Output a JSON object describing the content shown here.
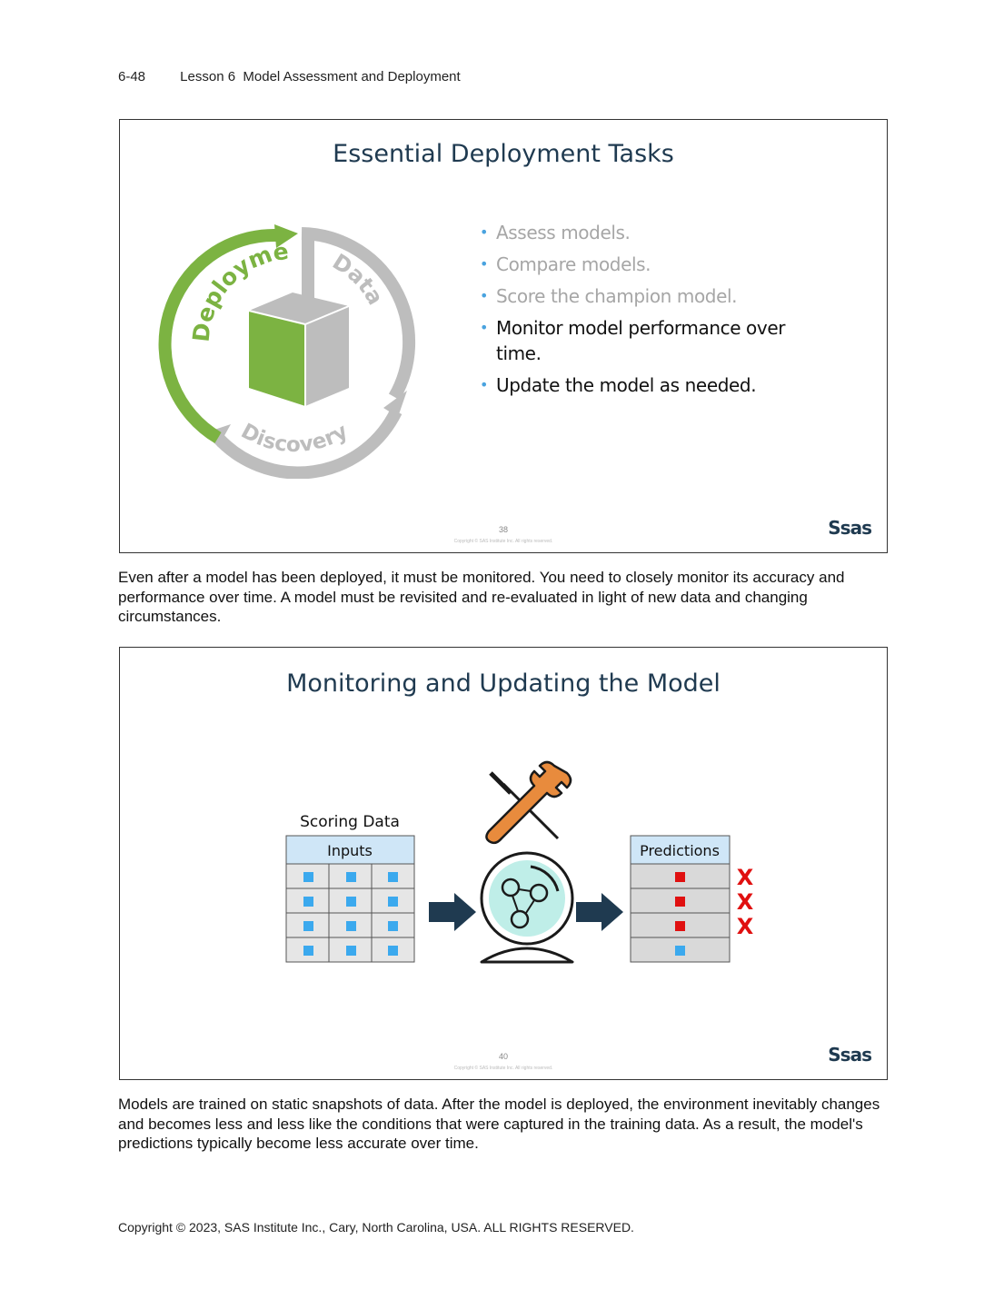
{
  "header": {
    "page_number": "6-48",
    "title": "Lesson 6  Model Assessment and Deployment"
  },
  "slide1": {
    "title": "Essential Deployment Tasks",
    "cycle_labels": {
      "deployment": "Deployment",
      "data": "Data",
      "discovery": "Discovery"
    },
    "bullets": [
      {
        "text": "Assess models.",
        "style": "dim"
      },
      {
        "text": "Compare models.",
        "style": "dim"
      },
      {
        "text": "Score the champion model.",
        "style": "dim"
      },
      {
        "text": "Monitor model performance over time.",
        "style": "strong"
      },
      {
        "text": "Update the model as needed.",
        "style": "strong"
      }
    ],
    "slide_number": "38",
    "copyright": "Copyright © SAS Institute Inc. All rights reserved.",
    "logo": "Ssas"
  },
  "paragraph1": "Even after a model has been deployed, it must be monitored. You need to closely monitor its accuracy and performance over time. A model must be revisited and re-evaluated in light of new data and changing circumstances.",
  "slide2": {
    "title": "Monitoring and Updating the Model",
    "scoring_label": "Scoring Data",
    "inputs_header": "Inputs",
    "predictions_header": "Predictions",
    "prediction_marks": [
      "X",
      "X",
      "X"
    ],
    "slide_number": "40",
    "copyright": "Copyright © SAS Institute Inc. All rights reserved.",
    "logo": "Ssas"
  },
  "paragraph2": "Models are trained on static snapshots of data. After the model is deployed, the environment inevitably changes and becomes less and less like the conditions that were captured in the training data. As a result, the model's predictions typically become less accurate over time.",
  "footer": "Copyright © 2023, SAS Institute Inc., Cary, North Carolina, USA. ALL RIGHTS RESERVED.",
  "colors": {
    "title": "#1f3a50",
    "deploy_green": "#7cb342",
    "cycle_gray": "#bdbdbd",
    "bullet_dot": "#4aa3df",
    "red_x": "#e01010",
    "input_square": "#3ba9ee"
  }
}
